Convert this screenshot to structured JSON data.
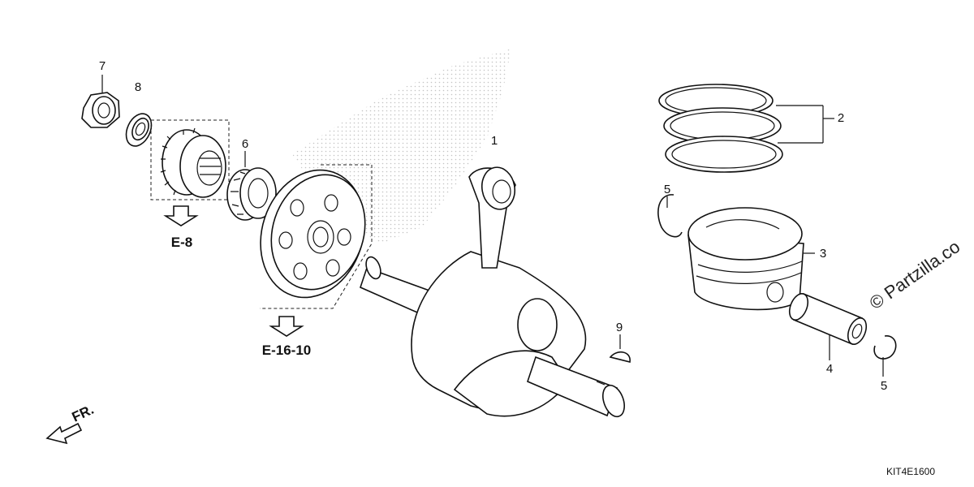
{
  "callouts": {
    "c1": "1",
    "c2": "2",
    "c3": "3",
    "c4": "4",
    "c5a": "5",
    "c5b": "5",
    "c6": "6",
    "c7": "7",
    "c8": "8",
    "c9": "9"
  },
  "refs": {
    "e8": "E-8",
    "e1610": "E-16-10"
  },
  "front_label": "FR.",
  "watermark": "© Partzilla.co",
  "diagram_code": "KIT4E1600"
}
